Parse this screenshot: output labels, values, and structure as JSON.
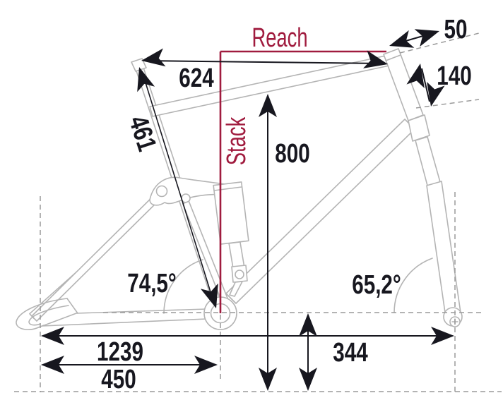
{
  "diagram": {
    "labels": {
      "reach": "Reach",
      "stack": "Stack"
    },
    "dimensions": {
      "top_tube_horizontal": "624",
      "seat_tube_length": "461",
      "standover_height": "800",
      "stem_length": "50",
      "head_tube_length": "140",
      "wheelbase": "1239",
      "chainstay_length": "450",
      "bb_height": "344",
      "seat_tube_angle": "74,5°",
      "head_tube_angle": "65,2°"
    },
    "colors": {
      "accent": "#a01b3e",
      "ink": "#17171f",
      "frame_outline": "#b4b4b4"
    }
  }
}
